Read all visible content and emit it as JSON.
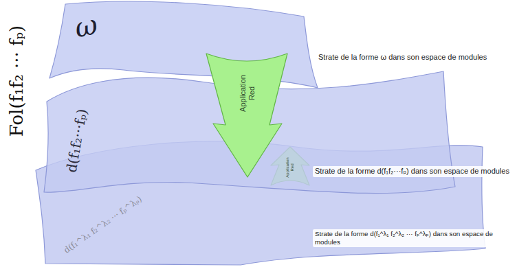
{
  "diagram": {
    "nodes": [
      {
        "text": [
          "ω"
        ]
      },
      {
        "text": [
          "Application Red"
        ]
      },
      {
        "text": [
          "d(f₁f₂···fₚ)"
        ]
      },
      {
        "text": [
          "Application Red"
        ]
      },
      {
        "text": [
          "d(f₁^λ₁ f₂^λ₂ ··· fₚ^λₚ)"
        ]
      }
    ],
    "labels": [
      "Fol(f₁f₂ ··· fₚ)",
      "Strate de la forme ω dans son espace de modules",
      "Strate de la forme d(f₁f₂···fₚ) dans son espace de modules",
      "Strate de la forme d(f₁^λ₁ f₂^λ₂ ··· fₚ^λₚ) dans son espace de modules"
    ]
  }
}
